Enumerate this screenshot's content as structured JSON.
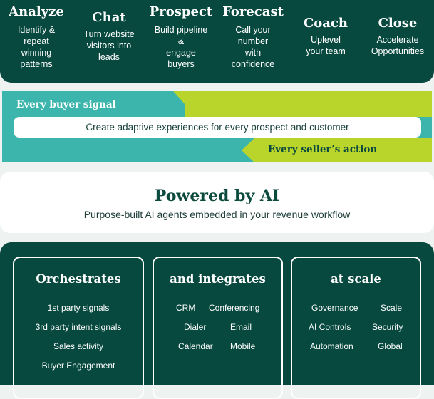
{
  "capabilities": [
    {
      "title": "Analyze",
      "desc": [
        "Identify &",
        "repeat",
        "winning",
        "patterns"
      ]
    },
    {
      "title": "Chat",
      "desc": [
        "Turn website",
        "visitors into",
        "leads"
      ]
    },
    {
      "title": "Prospect",
      "desc": [
        "Build pipeline",
        "&",
        "engage",
        "buyers"
      ]
    },
    {
      "title": "Forecast",
      "desc": [
        "Call your",
        "number",
        "with",
        "confidence"
      ]
    },
    {
      "title": "Coach",
      "desc": [
        "Uplevel",
        "your team"
      ]
    },
    {
      "title": "Close",
      "desc": [
        "Accelerate",
        "Opportunities"
      ]
    }
  ],
  "signals": {
    "buyer": "Every buyer signal",
    "center": "Create adaptive experiences for every prospect and customer",
    "seller": "Every seller’s action",
    "colors": {
      "teal": "#3cb5ac",
      "lime": "#b9d52c"
    }
  },
  "ai": {
    "title": "Powered by AI",
    "subtitle": "Purpose-built AI agents embedded in your revenue workflow"
  },
  "platform": {
    "orchestrates": {
      "title": "Orchestrates",
      "items": [
        "1st party signals",
        "3rd party intent signals",
        "Sales activity",
        "Buyer Engagement"
      ]
    },
    "integrates": {
      "title": "and integrates",
      "items": [
        "CRM",
        "Conferencing",
        "Dialer",
        "Email",
        "Calendar",
        "Mobile"
      ]
    },
    "scale": {
      "title": "at scale",
      "items": [
        "Governance",
        "Scale",
        "AI Controls",
        "Security",
        "Automation",
        "Global"
      ]
    }
  },
  "colors": {
    "dark_green": "#07493f",
    "background": "#eef3f1"
  }
}
